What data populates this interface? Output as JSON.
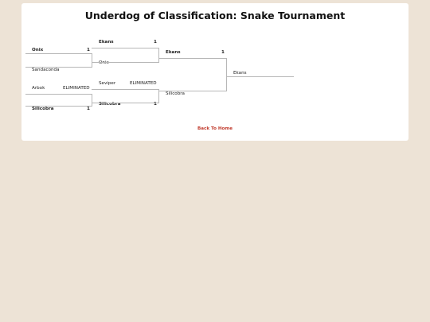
{
  "page": {
    "title": "Underdog of Classification: Snake Tournament"
  },
  "bracket": {
    "round1": [
      {
        "name": "Onix",
        "score": "1",
        "winner": true
      },
      {
        "name": "Sandaconda",
        "score": "",
        "winner": false
      },
      {
        "name": "Arbok",
        "score": "ELIMINATED",
        "winner": false
      },
      {
        "name": "Silicobra",
        "score": "1",
        "winner": true
      }
    ],
    "round2": [
      {
        "name": "Ekans",
        "score": "1",
        "winner": true
      },
      {
        "name": "Onix",
        "score": "",
        "winner": false
      },
      {
        "name": "Seviper",
        "score": "ELIMINATED",
        "winner": false
      },
      {
        "name": "Silicobra",
        "score": "1",
        "winner": true
      }
    ],
    "round3": [
      {
        "name": "Ekans",
        "score": "1",
        "winner": true
      },
      {
        "name": "Silicobra",
        "score": "",
        "winner": false
      }
    ],
    "champion": {
      "name": "Ekans"
    }
  },
  "footer": {
    "back_label": "Back To Home"
  }
}
